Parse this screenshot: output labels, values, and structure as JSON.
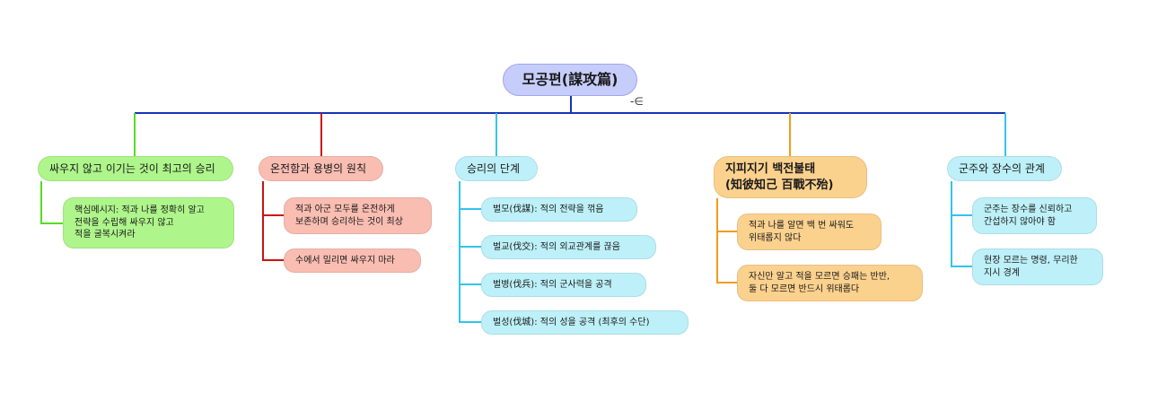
{
  "root": {
    "title": "모공편(謀攻篇)",
    "marker": "-∈"
  },
  "branches": [
    {
      "label": "싸우지 않고 이기는 것이 최고의 승리",
      "color": "#55dd22",
      "children": [
        "핵심메시지: 적과 나를 정확히 알고\n전략을 수립해 싸우지 않고\n적을 굴복시켜라"
      ]
    },
    {
      "label": "온전함과 용병의 원칙",
      "color": "#cc1111",
      "children": [
        "적과 아군 모두를 온전하게\n보존하며 승리하는 것이 최상",
        "수에서 밀리면 싸우지 마라"
      ]
    },
    {
      "label": "승리의 단계",
      "color": "#33c3ee",
      "children": [
        "벌모(伐謀): 적의 전략을 꺾음",
        "벌교(伐交): 적의 외교관계를 끊음",
        "벌병(伐兵): 적의 군사력을 공격",
        "벌성(伐城): 적의 성을 공격 (최후의 수단)"
      ]
    },
    {
      "label": "지피지기 백전불태\n(知彼知己 百戰不殆)",
      "color": "#f39a1d",
      "children": [
        "적과 나를 알면 백 번 싸워도\n위태롭지 않다",
        "자신만 알고 적을 모르면 승패는 반반,\n둘 다 모르면 반드시 위태롭다"
      ]
    },
    {
      "label": "군주와 장수의 관계",
      "color": "#33c3ee",
      "children": [
        "군주는 장수를 신뢰하고\n간섭하지 않아야 함",
        "현장 모르는 명령, 무리한\n지시 경계"
      ]
    }
  ],
  "trunk_color": "#1533b8"
}
